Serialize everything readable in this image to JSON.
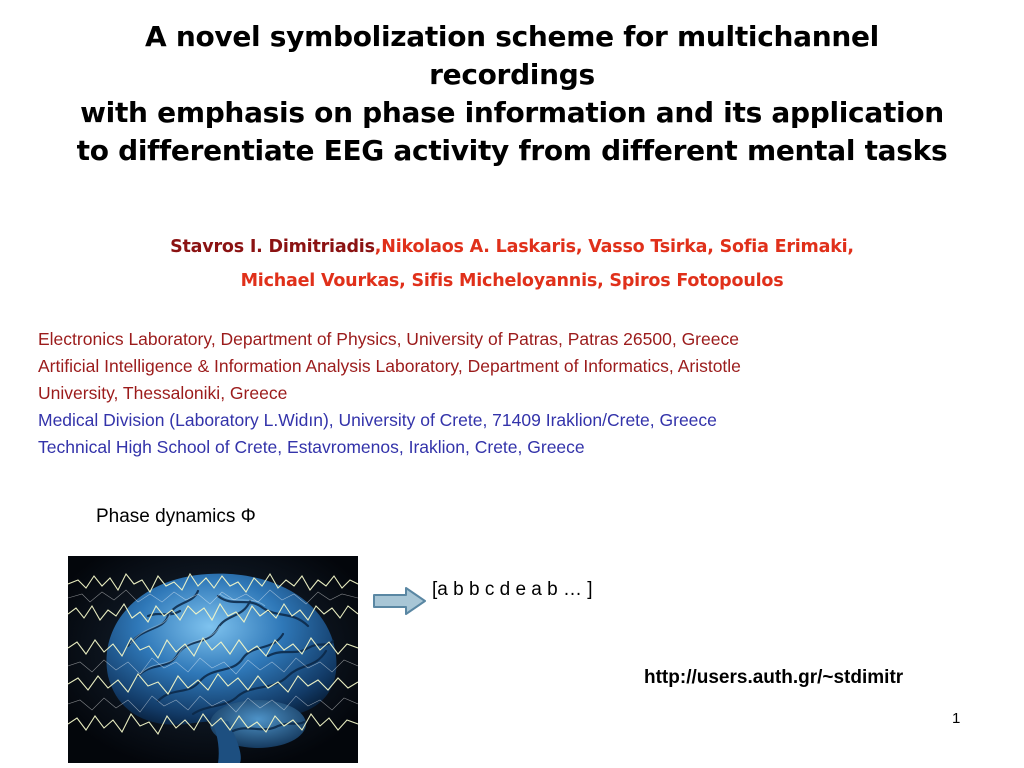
{
  "title": {
    "line1": "A novel symbolization scheme for multichannel",
    "line2": "recordings",
    "line3": "with emphasis on phase information and its application",
    "line4": "to differentiate EEG activity from different mental tasks"
  },
  "authors": {
    "first": "Stavros I. Dimitriadis",
    "rest_line1": ",Nikolaos A. Laskaris, Vasso Tsirka, Sofia Erimaki,",
    "line2": "Michael Vourkas, Sifis Micheloyannis, Spiros Fotopoulos"
  },
  "affiliations": [
    "Electronics Laboratory, Department of Physics, University of Patras, Patras 26500, Greece",
    "Artificial Intelligence & Information Analysis Laboratory, Department of Informatics, Aristotle",
    "University, Thessaloniki, Greece",
    "Medical Division (Laboratory L.Widın), University of Crete, 71409 Iraklion/Crete, Greece",
    "Technical High School of Crete, Estavromenos, Iraklion, Crete, Greece"
  ],
  "phase_label": "Phase dynamics  Φ",
  "symbol_sequence": "[a b b c d e a b … ]",
  "url": "http://users.auth.gr/~stdimitr",
  "page_number": "1",
  "colors": {
    "first_author": "#8b1212",
    "authors": "#e0301a",
    "affiliation_red": "#9b1b1b",
    "affiliation_blue": "#3333aa",
    "arrow_fill": "#a8c6d6",
    "arrow_stroke": "#5a87a3"
  }
}
